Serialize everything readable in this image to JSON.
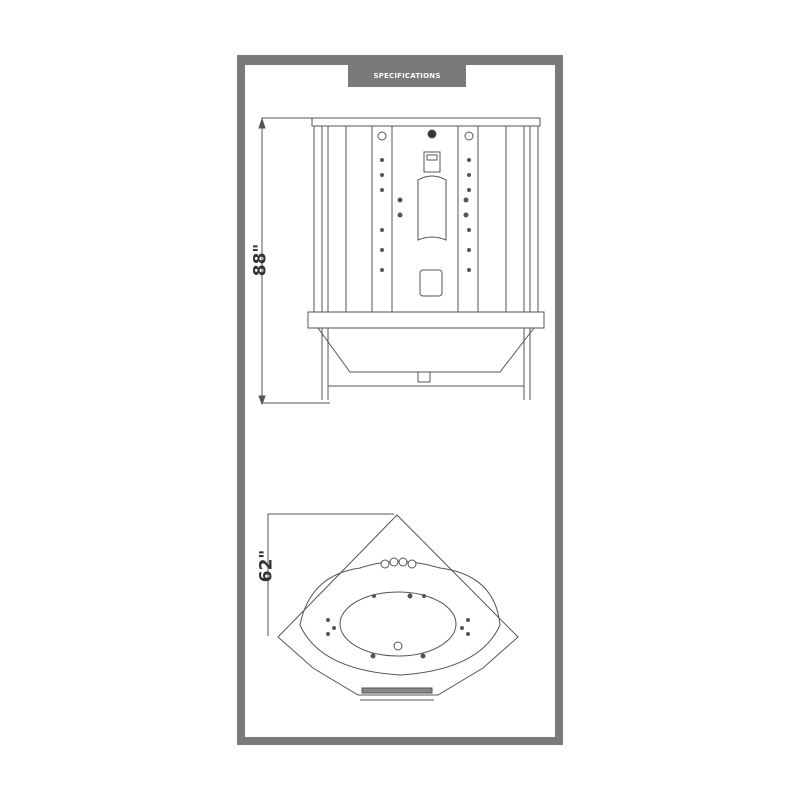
{
  "header": {
    "title": "SPECIFICATIONS"
  },
  "dimensions": {
    "height": "88\"",
    "depth": "62\""
  },
  "colors": {
    "frame": "#7a7a78",
    "line": "#555555"
  }
}
